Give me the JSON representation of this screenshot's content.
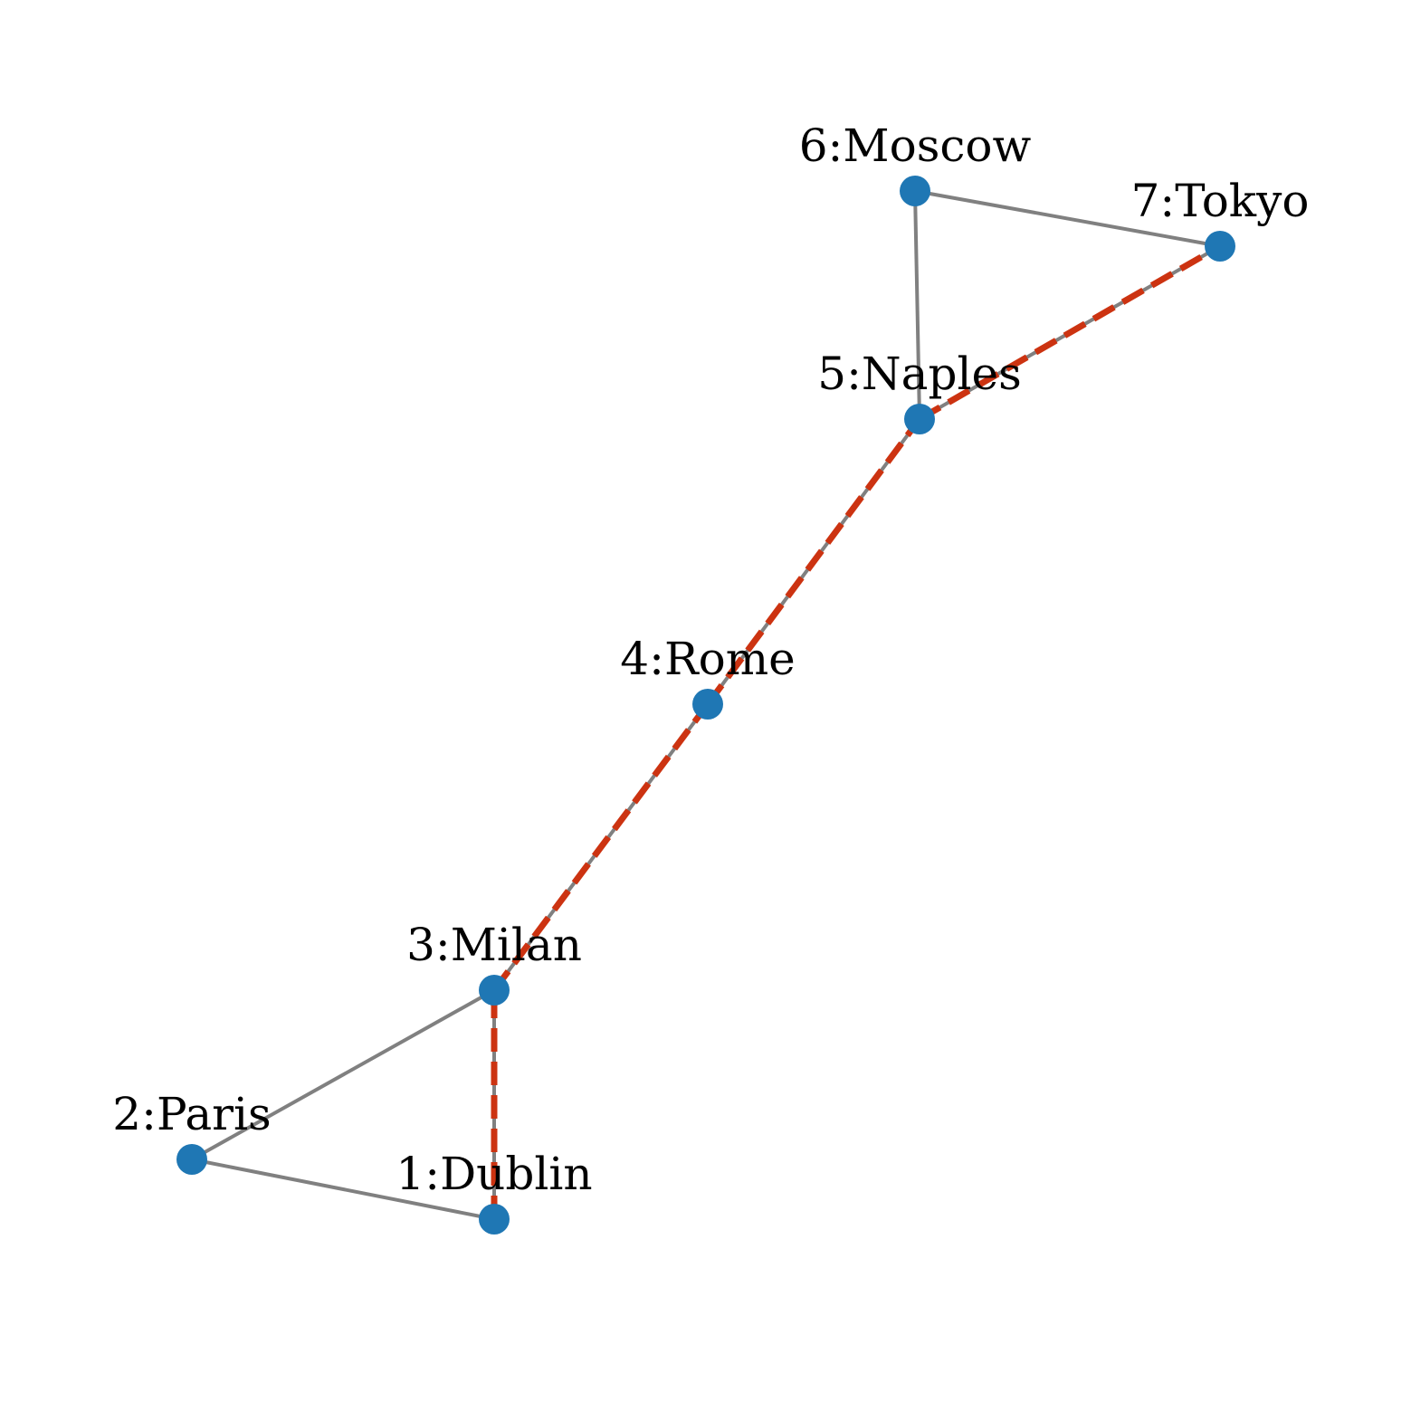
{
  "graph": {
    "node_color": "#1f77b4",
    "edge_color": "#808080",
    "highlight_color": "#cc3311",
    "nodes": [
      {
        "id": "1",
        "label": "1:Dublin"
      },
      {
        "id": "2",
        "label": "2:Paris"
      },
      {
        "id": "3",
        "label": "3:Milan"
      },
      {
        "id": "4",
        "label": "4:Rome"
      },
      {
        "id": "5",
        "label": "5:Naples"
      },
      {
        "id": "6",
        "label": "6:Moscow"
      },
      {
        "id": "7",
        "label": "7:Tokyo"
      }
    ],
    "edges": [
      [
        "1",
        "2"
      ],
      [
        "2",
        "3"
      ],
      [
        "1",
        "3"
      ],
      [
        "3",
        "4"
      ],
      [
        "4",
        "5"
      ],
      [
        "5",
        "6"
      ],
      [
        "6",
        "7"
      ],
      [
        "5",
        "7"
      ]
    ],
    "highlighted_path": [
      "1",
      "3",
      "4",
      "5",
      "7"
    ]
  }
}
